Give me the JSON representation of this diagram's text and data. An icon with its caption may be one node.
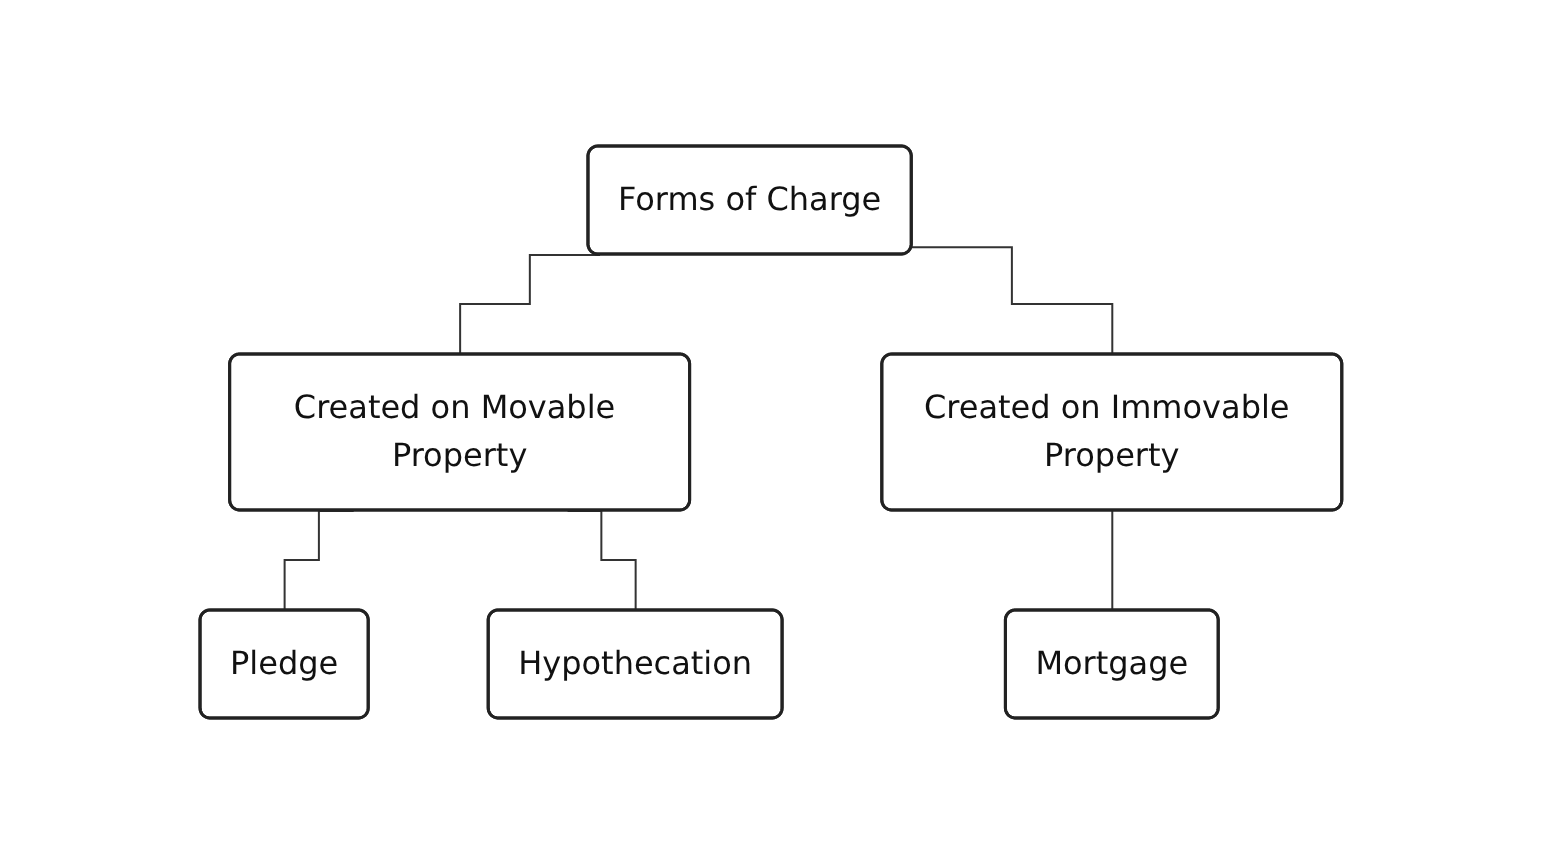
{
  "diagram": {
    "nodes": [
      {
        "text": [
          "Forms of Charge"
        ]
      },
      {
        "text": [
          "Created on Movable Property"
        ]
      },
      {
        "text": [
          "Created on Immovable Property"
        ]
      },
      {
        "text": [
          "Pledge"
        ]
      },
      {
        "text": [
          "Hypothecation"
        ]
      },
      {
        "text": [
          "Mortgage"
        ]
      }
    ],
    "edges": [
      {
        "from": 0,
        "to": 1,
        "arrow": "none"
      },
      {
        "from": 0,
        "to": 2,
        "arrow": "none"
      },
      {
        "from": 1,
        "to": 3,
        "arrow": "none"
      },
      {
        "from": 1,
        "to": 4,
        "arrow": "none"
      },
      {
        "from": 2,
        "to": 5,
        "arrow": "none"
      }
    ]
  }
}
